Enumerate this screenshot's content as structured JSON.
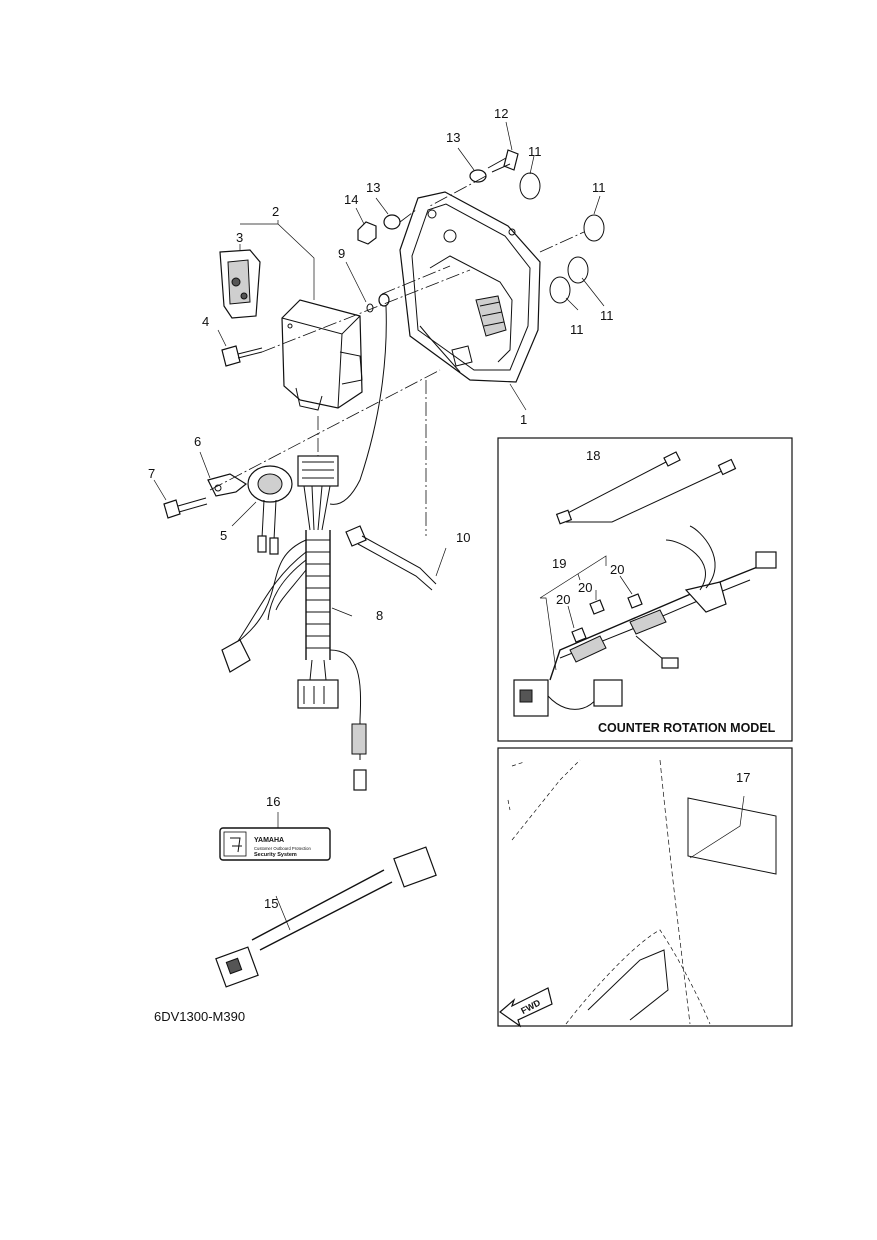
{
  "callouts": {
    "c1": "1",
    "c2": "2",
    "c3": "3",
    "c4": "4",
    "c5": "5",
    "c6": "6",
    "c7": "7",
    "c8": "8",
    "c9": "9",
    "c10": "10",
    "c11a": "11",
    "c11b": "11",
    "c11c": "11",
    "c11d": "11",
    "c12": "12",
    "c13a": "13",
    "c13b": "13",
    "c14": "14",
    "c15": "15",
    "c16": "16",
    "c17": "17",
    "c18": "18",
    "c19": "19",
    "c20a": "20",
    "c20b": "20",
    "c20c": "20"
  },
  "panels": {
    "counter_rotation": "COUNTER ROTATION MODEL"
  },
  "label_16": {
    "brand": "YAMAHA",
    "line1": "Customer Outboard Protection",
    "line2": "Security System"
  },
  "decal": {
    "fwd": "FWD"
  },
  "figure_code": "6DV1300-M390"
}
